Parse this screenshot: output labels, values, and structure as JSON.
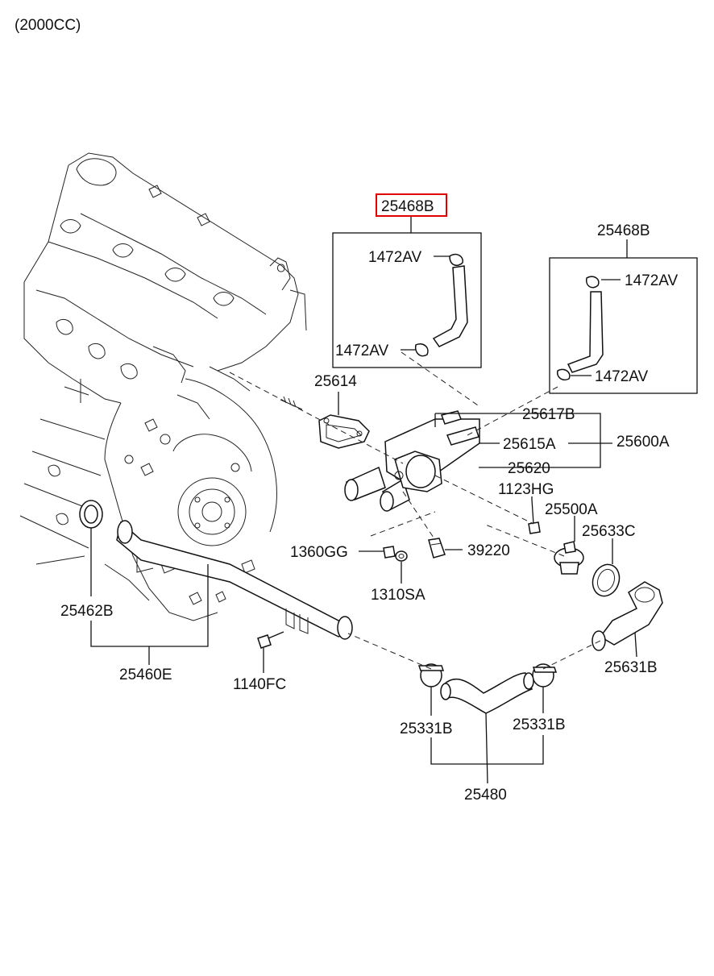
{
  "header": {
    "engine_variant": "(2000CC)"
  },
  "labels": {
    "hose_kit_highlighted": "25468B",
    "hose_kit_right": "25468B",
    "clamp_a": "1472AV",
    "clamp_b": "1472AV",
    "clamp_c": "1472AV",
    "clamp_d": "1472AV",
    "gasket": "25614",
    "fitting_617": "25617B",
    "fitting_615": "25615A",
    "housing": "25620",
    "assembly": "25600A",
    "bolt_1123": "1123HG",
    "thermostat": "25500A",
    "gasket_633": "25633C",
    "nut_1360": "1360GG",
    "sensor": "39220",
    "washer": "1310SA",
    "cover_631": "25631B",
    "seal_462": "25462B",
    "pipe_460": "25460E",
    "bolt_1140": "1140FC",
    "clamp_left": "25331B",
    "clamp_right": "25331B",
    "hose_480": "25480"
  },
  "colors": {
    "highlight": "#e00000",
    "line": "#111111"
  }
}
